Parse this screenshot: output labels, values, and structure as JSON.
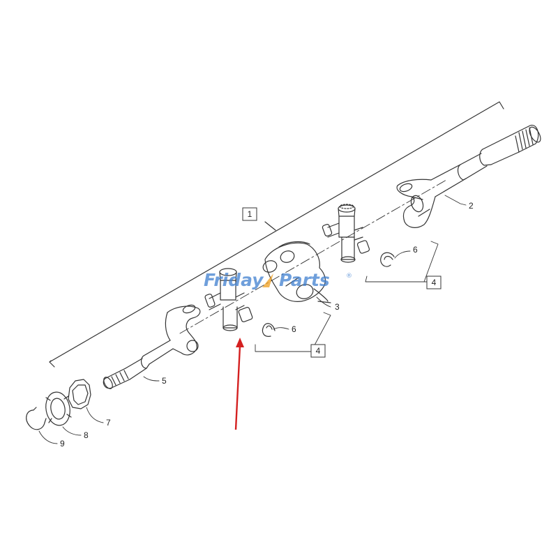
{
  "diagram": {
    "callouts": {
      "assembly": "1",
      "outer_shaft": "2",
      "yoke_coupler": "3",
      "cross_kit_right": "4",
      "cross_kit_left": "4",
      "inner_shaft": "5",
      "snap_ring_right": "6",
      "snap_ring_left": "6",
      "seal": "7",
      "washer": "8",
      "circlip": "9"
    },
    "watermark": {
      "text_a": "Friday",
      "text_b": "Parts",
      "mark": "®",
      "color_a": "#3f7fd0",
      "color_b": "#f0a020"
    },
    "line_color": "#333333",
    "arrow_color": "#d42020"
  }
}
